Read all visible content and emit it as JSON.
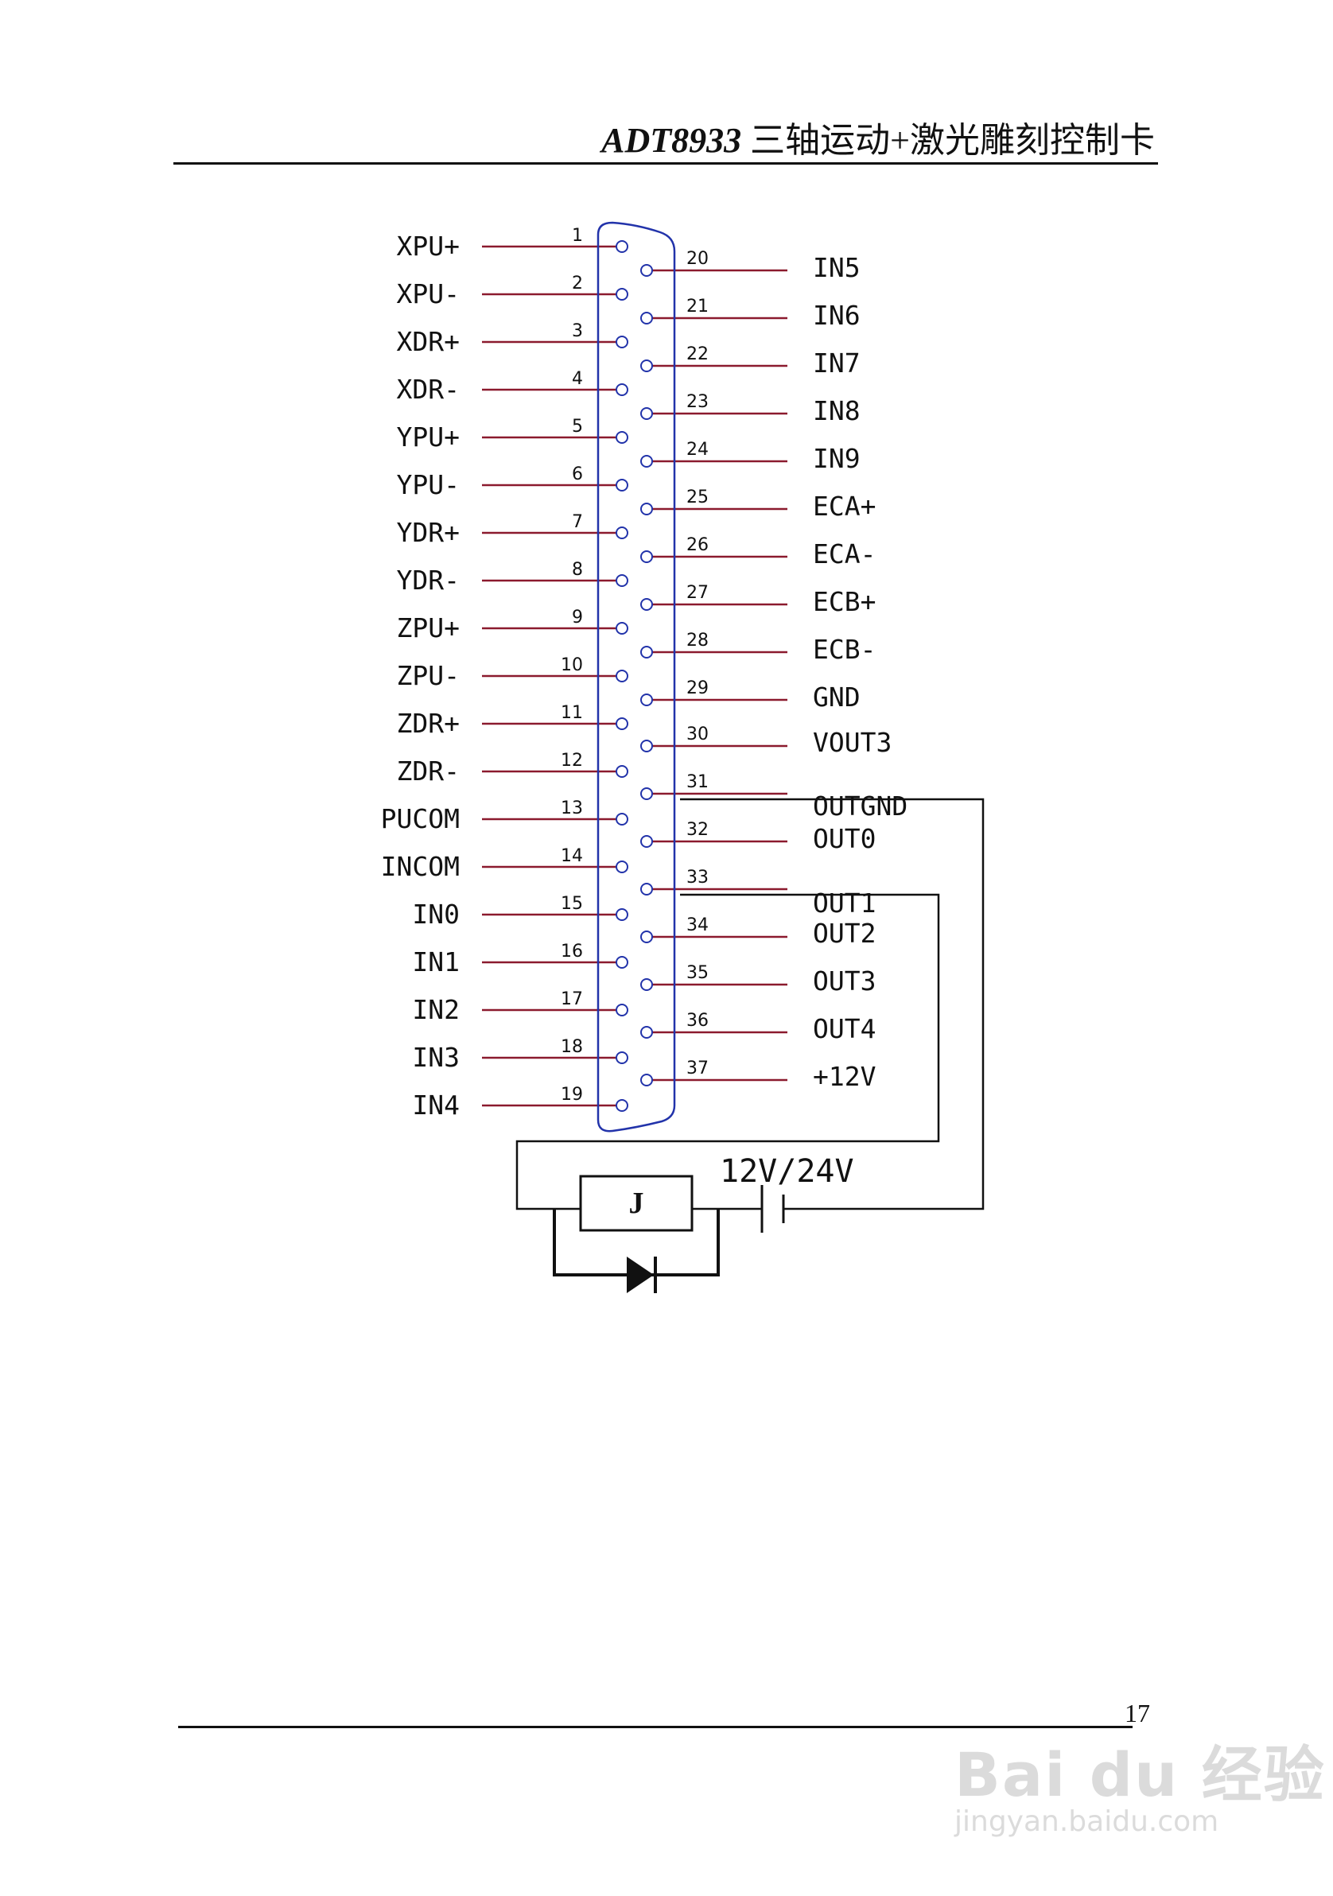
{
  "header": {
    "model": "ADT8933",
    "title_rest": " 三轴运动+激光雕刻控制卡"
  },
  "page_number": "17",
  "watermark": {
    "main": "Bai du 经验",
    "sub": "jingyan.baidu.com"
  },
  "colors": {
    "wire": "#8b1a2e",
    "connector": "#2233aa",
    "ink": "#111111"
  },
  "connector": {
    "left_pins": [
      {
        "num": "1",
        "signal": "XPU+"
      },
      {
        "num": "2",
        "signal": "XPU-"
      },
      {
        "num": "3",
        "signal": "XDR+"
      },
      {
        "num": "4",
        "signal": "XDR-"
      },
      {
        "num": "5",
        "signal": "YPU+"
      },
      {
        "num": "6",
        "signal": "YPU-"
      },
      {
        "num": "7",
        "signal": "YDR+"
      },
      {
        "num": "8",
        "signal": "YDR-"
      },
      {
        "num": "9",
        "signal": "ZPU+"
      },
      {
        "num": "10",
        "signal": "ZPU-"
      },
      {
        "num": "11",
        "signal": "ZDR+"
      },
      {
        "num": "12",
        "signal": "ZDR-"
      },
      {
        "num": "13",
        "signal": "PUCOM"
      },
      {
        "num": "14",
        "signal": "INCOM"
      },
      {
        "num": "15",
        "signal": "IN0"
      },
      {
        "num": "16",
        "signal": "IN1"
      },
      {
        "num": "17",
        "signal": "IN2"
      },
      {
        "num": "18",
        "signal": "IN3"
      },
      {
        "num": "19",
        "signal": "IN4"
      }
    ],
    "right_pins": [
      {
        "num": "20",
        "signal": "IN5"
      },
      {
        "num": "21",
        "signal": "IN6"
      },
      {
        "num": "22",
        "signal": "IN7"
      },
      {
        "num": "23",
        "signal": "IN8"
      },
      {
        "num": "24",
        "signal": "IN9"
      },
      {
        "num": "25",
        "signal": "ECA+"
      },
      {
        "num": "26",
        "signal": "ECA-"
      },
      {
        "num": "27",
        "signal": "ECB+"
      },
      {
        "num": "28",
        "signal": "ECB-"
      },
      {
        "num": "29",
        "signal": "GND"
      },
      {
        "num": "30",
        "signal": "VOUT3"
      },
      {
        "num": "31",
        "signal": "OUTGND"
      },
      {
        "num": "32",
        "signal": "OUT0"
      },
      {
        "num": "33",
        "signal": "OUT1"
      },
      {
        "num": "34",
        "signal": "OUT2"
      },
      {
        "num": "35",
        "signal": "OUT3"
      },
      {
        "num": "36",
        "signal": "OUT4"
      },
      {
        "num": "37",
        "signal": "+12V"
      }
    ]
  },
  "relay_circuit": {
    "relay_label": "J",
    "supply_label": "12V/24V"
  }
}
